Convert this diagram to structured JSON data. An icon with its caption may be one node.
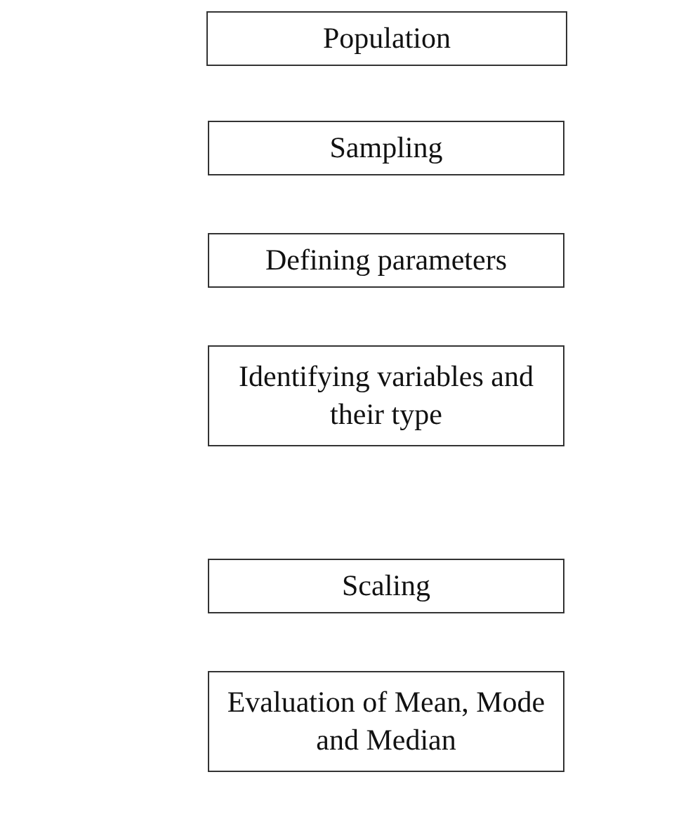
{
  "diagram": {
    "nodes": [
      {
        "text": [
          "Population"
        ]
      },
      {
        "text": [
          "Sampling"
        ]
      },
      {
        "text": [
          "Defining parameters"
        ]
      },
      {
        "text": [
          "Identifying variables and their type"
        ]
      },
      {
        "text": [
          "Scaling"
        ]
      },
      {
        "text": [
          "Evaluation of Mean, Mode and Median"
        ]
      }
    ]
  }
}
